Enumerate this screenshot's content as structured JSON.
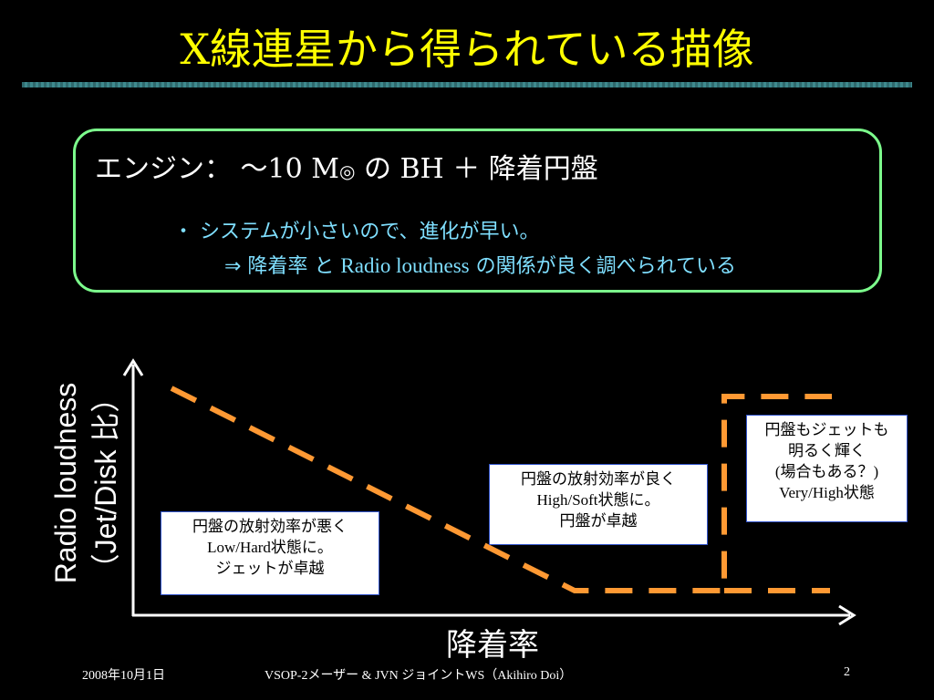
{
  "slide": {
    "title": "X線連星から得られている描像",
    "engine": {
      "prefix": "エンジン：  ～",
      "mass": "10 M",
      "sun": "◎",
      "middle": " の ",
      "bh": "BH",
      "suffix": " ＋ 降着円盤"
    },
    "bullet1": "・ システムが小さいので、進化が早い。",
    "bullet2": {
      "arrow": "⇒  降着率 と ",
      "radio": "Radio loudness",
      "rest": " の関係が良く調べられている"
    }
  },
  "diagram": {
    "ylabel_line1": "Radio loudness",
    "ylabel_line2": "（Jet/Disk 比）",
    "xlabel": "降着率",
    "curve_color": "#ff9933",
    "notes": {
      "low_hard": [
        "円盤の放射効率が悪く",
        "Low/Hard状態に。",
        "ジェットが卓越"
      ],
      "high_soft": [
        "円盤の放射効率が良く",
        "High/Soft状態に。",
        "円盤が卓越"
      ],
      "very_high": [
        "円盤もジェットも",
        "明るく輝く",
        "(場合もある？)",
        "Very/High状態"
      ]
    }
  },
  "footer": {
    "date": "2008年10月1日",
    "event": "VSOP-2メーザー & JVN ジョイントWS（Akihiro Doi）",
    "page": "2"
  },
  "colors": {
    "title": "#ffff00",
    "box_border": "#7cfc8c",
    "bullet": "#7fdfff",
    "curve": "#ff9933"
  }
}
